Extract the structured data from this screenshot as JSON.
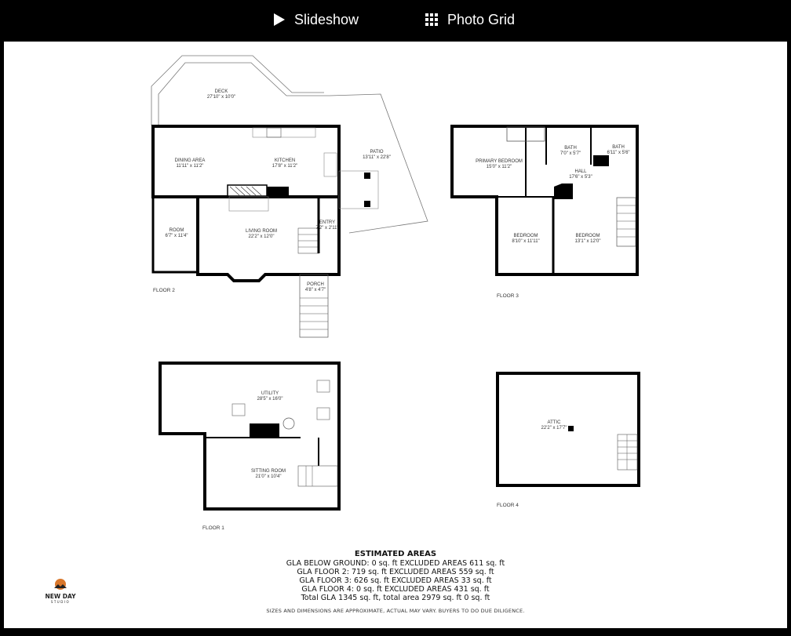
{
  "toolbar": {
    "slideshow_label": "Slideshow",
    "slideshow_icon": "play-icon",
    "photo_grid_label": "Photo Grid",
    "photo_grid_icon": "grid-icon"
  },
  "floorplan": {
    "floors": [
      {
        "label": "FLOOR 2",
        "rooms": [
          {
            "name": "DECK",
            "dims": "27'10\" x 10'0\""
          },
          {
            "name": "DINING AREA",
            "dims": "11'11\" x 11'2\""
          },
          {
            "name": "KITCHEN",
            "dims": "17'8\" x 11'2\""
          },
          {
            "name": "PATIO",
            "dims": "13'11\" x 22'8\""
          },
          {
            "name": "ROOM",
            "dims": "6'7\" x 11'4\""
          },
          {
            "name": "LIVING ROOM",
            "dims": "22'2\" x 12'0\""
          },
          {
            "name": "ENTRY",
            "dims": "7'2\" x 2'11\""
          },
          {
            "name": "PORCH",
            "dims": "4'8\" x 4'7\""
          }
        ]
      },
      {
        "label": "FLOOR 3",
        "rooms": [
          {
            "name": "PRIMARY BEDROOM",
            "dims": "15'0\" x 11'2\""
          },
          {
            "name": "BATH",
            "dims": "7'0\" x 5'7\""
          },
          {
            "name": "BATH",
            "dims": "6'11\" x 5'6\""
          },
          {
            "name": "HALL",
            "dims": "17'6\" x 5'3\""
          },
          {
            "name": "BEDROOM",
            "dims": "8'10\" x 11'11\""
          },
          {
            "name": "BEDROOM",
            "dims": "13'1\" x 12'0\""
          }
        ]
      },
      {
        "label": "FLOOR 1",
        "rooms": [
          {
            "name": "UTILITY",
            "dims": "28'5\" x 16'0\""
          },
          {
            "name": "SITTING ROOM",
            "dims": "21'0\" x 10'4\""
          }
        ]
      },
      {
        "label": "FLOOR 4",
        "rooms": [
          {
            "name": "ATTIC",
            "dims": "22'2\" x 17'7\""
          }
        ]
      }
    ]
  },
  "estimated_areas": {
    "title": "ESTIMATED AREAS",
    "lines": [
      "GLA BELOW GROUND: 0 sq. ft EXCLUDED AREAS 611 sq. ft",
      "GLA FLOOR 2: 719 sq. ft EXCLUDED AREAS 559 sq. ft",
      "GLA FLOOR 3: 626 sq. ft EXCLUDED AREAS 33 sq. ft",
      "GLA FLOOR 4: 0 sq. ft EXCLUDED AREAS 431 sq. ft",
      "Total GLA 1345 sq. ft, total area 2979 sq. ft 0 sq. ft"
    ],
    "disclaimer": "SIZES AND DIMENSIONS ARE APPROXIMATE, ACTUAL MAY VARY. BUYERS TO DO DUE DILIGENCE."
  },
  "logo": {
    "name": "NEW DAY",
    "sub": "STUDIO",
    "accent": "#d9772b"
  },
  "colors": {
    "background": "#000000",
    "viewer": "#ffffff",
    "wall": "#000000"
  }
}
